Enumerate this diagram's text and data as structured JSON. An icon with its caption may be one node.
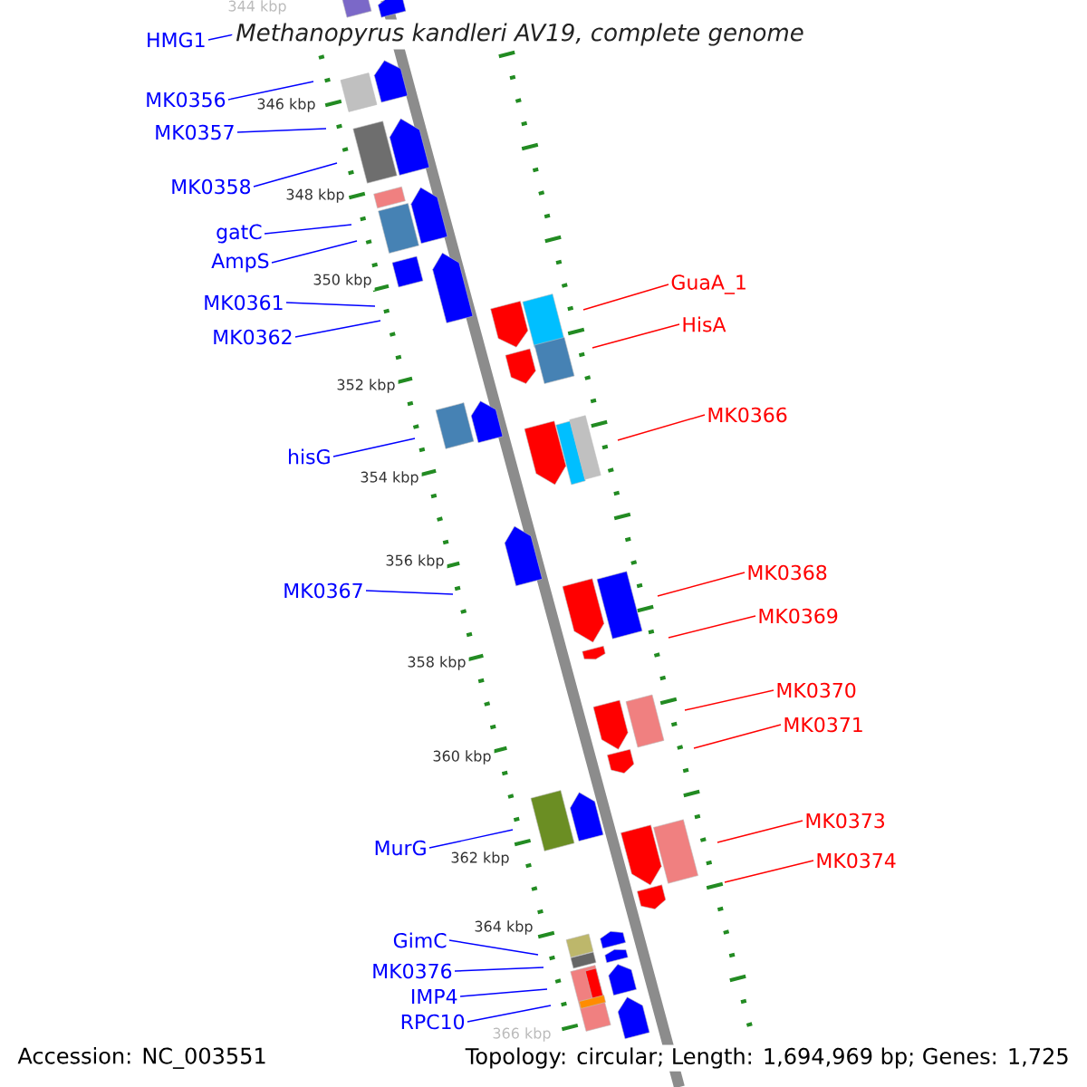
{
  "diagram": {
    "title": "Methanopyrus kandleri AV19, complete genome",
    "nodes": [
      {
        "text": [
          "HMG1"
        ]
      },
      {
        "text": [
          "MK0356"
        ]
      },
      {
        "text": [
          "MK0357"
        ]
      },
      {
        "text": [
          "MK0358"
        ]
      },
      {
        "text": [
          "gatC"
        ]
      },
      {
        "text": [
          "AmpS"
        ]
      },
      {
        "text": [
          "MK0361"
        ]
      },
      {
        "text": [
          "MK0362"
        ]
      },
      {
        "text": [
          "hisG"
        ]
      },
      {
        "text": [
          "MK0367"
        ]
      },
      {
        "text": [
          "MurG"
        ]
      },
      {
        "text": [
          "GimC"
        ]
      },
      {
        "text": [
          "MK0376"
        ]
      },
      {
        "text": [
          "IMP4"
        ]
      },
      {
        "text": [
          "RPC10"
        ]
      },
      {
        "text": [
          "GuaA_1"
        ]
      },
      {
        "text": [
          "HisA"
        ]
      },
      {
        "text": [
          "MK0366"
        ]
      },
      {
        "text": [
          "MK0368"
        ]
      },
      {
        "text": [
          "MK0369"
        ]
      },
      {
        "text": [
          "MK0370"
        ]
      },
      {
        "text": [
          "MK0371"
        ]
      },
      {
        "text": [
          "MK0373"
        ]
      },
      {
        "text": [
          "MK0374"
        ]
      }
    ],
    "edges": [
      {
        "from": 0,
        "to": null,
        "arrow": "none"
      },
      {
        "from": 1,
        "to": null,
        "arrow": "none"
      },
      {
        "from": 2,
        "to": null,
        "arrow": "none"
      },
      {
        "from": 3,
        "to": null,
        "arrow": "none"
      },
      {
        "from": 4,
        "to": null,
        "arrow": "none"
      },
      {
        "from": 5,
        "to": null,
        "arrow": "none"
      },
      {
        "from": 6,
        "to": null,
        "arrow": "none"
      },
      {
        "from": 7,
        "to": null,
        "arrow": "none"
      },
      {
        "from": 8,
        "to": null,
        "arrow": "none"
      },
      {
        "from": 9,
        "to": null,
        "arrow": "none"
      },
      {
        "from": 10,
        "to": null,
        "arrow": "none"
      },
      {
        "from": 11,
        "to": null,
        "arrow": "none"
      },
      {
        "from": 12,
        "to": null,
        "arrow": "none"
      },
      {
        "from": 13,
        "to": null,
        "arrow": "none"
      },
      {
        "from": 14,
        "to": null,
        "arrow": "none"
      },
      {
        "from": 15,
        "to": null,
        "arrow": "none",
        "color": "#ff0000"
      },
      {
        "from": 16,
        "to": null,
        "arrow": "none",
        "color": "#ff0000"
      },
      {
        "from": 17,
        "to": null,
        "arrow": "none",
        "color": "#ff0000"
      },
      {
        "from": 18,
        "to": null,
        "arrow": "none",
        "color": "#ff0000"
      },
      {
        "from": 19,
        "to": null,
        "arrow": "none",
        "color": "#ff0000"
      },
      {
        "from": 20,
        "to": null,
        "arrow": "none",
        "color": "#ff0000"
      },
      {
        "from": 21,
        "to": null,
        "arrow": "none",
        "color": "#ff0000"
      },
      {
        "from": 22,
        "to": null,
        "arrow": "none",
        "color": "#ff0000"
      },
      {
        "from": 23,
        "to": null,
        "arrow": "none",
        "color": "#ff0000"
      }
    ],
    "labels": [
      "344 kbp",
      "346 kbp",
      "348 kbp",
      "350 kbp",
      "352 kbp",
      "354 kbp",
      "356 kbp",
      "358 kbp",
      "360 kbp",
      "362 kbp",
      "364 kbp",
      "366 kbp",
      "Accession: NC_003551",
      "Topology: circular; Length: 1,694,969 bp; Genes: 1,725"
    ]
  }
}
